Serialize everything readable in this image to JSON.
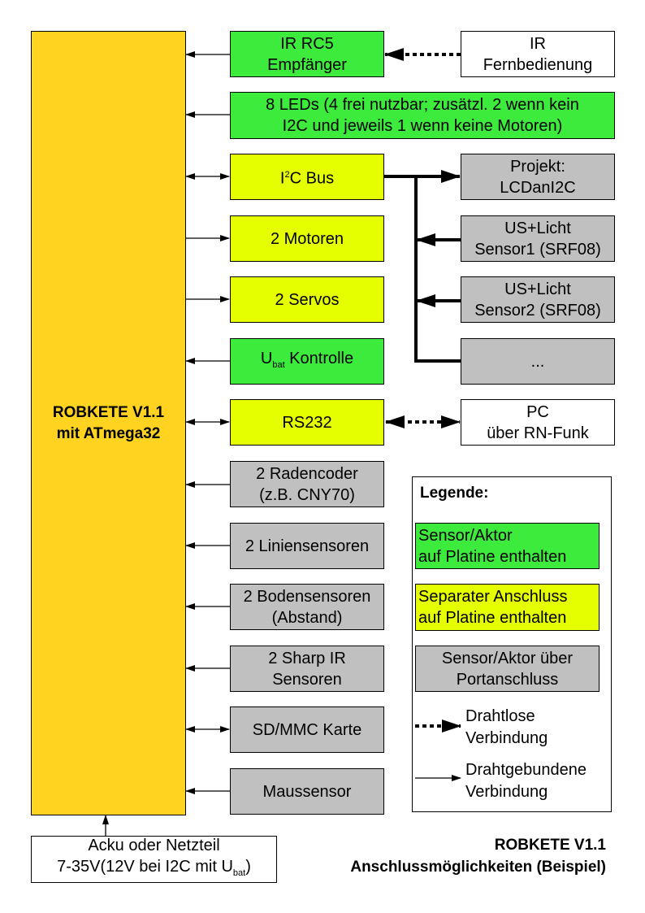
{
  "main": {
    "line1": "ROBKETE V1.1",
    "line2": "mit ATmega32",
    "color": "#FFD320"
  },
  "middle": [
    {
      "l1": "IR RC5",
      "l2": "Empfänger"
    },
    {
      "l1": "8 LEDs (4 frei nutzbar; zusätzl. 2 wenn kein",
      "l2": "I2C und jeweils 1 wenn keine Motoren)"
    },
    {
      "pre": "I",
      "sup": "2",
      "post": "C Bus"
    },
    {
      "l1": "2 Motoren"
    },
    {
      "l1": "2 Servos"
    },
    {
      "pre": "U",
      "sub": "bat",
      "post": " Kontrolle"
    },
    {
      "l1": "RS232"
    },
    {
      "l1": "2 Radencoder",
      "l2": "(z.B. CNY70)"
    },
    {
      "l1": "2 Liniensensoren"
    },
    {
      "l1": "2 Bodensensoren",
      "l2": "(Abstand)"
    },
    {
      "l1": "2 Sharp IR",
      "l2": "Sensoren"
    },
    {
      "l1": "SD/MMC Karte"
    },
    {
      "l1": "Maussensor"
    }
  ],
  "right": [
    {
      "l1": "IR",
      "l2": "Fernbedienung"
    },
    {
      "l1": "Projekt:",
      "l2": "LCDanI2C"
    },
    {
      "l1": "US+Licht",
      "l2": "Sensor1 (SRF08)"
    },
    {
      "l1": "US+Licht",
      "l2": "Sensor2 (SRF08)"
    },
    {
      "l1": "..."
    },
    {
      "l1": "PC",
      "l2": "über RN-Funk"
    }
  ],
  "legend": {
    "title": "Legende:",
    "green": {
      "l1": "Sensor/Aktor",
      "l2": "auf Platine enthalten"
    },
    "yellow": {
      "l1": "Separater Anschluss",
      "l2": "auf Platine enthalten"
    },
    "gray": {
      "l1": "Sensor/Aktor über",
      "l2": "Portanschluss"
    },
    "wireless": {
      "l1": "Drahtlose",
      "l2": "Verbindung"
    },
    "wired": {
      "l1": "Drahtgebundene",
      "l2": "Verbindung"
    }
  },
  "power": {
    "l1": "Acku oder Netzteil",
    "l2pre": "7-35V(12V bei I2C mit U",
    "l2sub": "bat",
    "l2post": ")"
  },
  "title": {
    "l1": "ROBKETE V1.1",
    "l2": "Anschlussmöglichkeiten (Beispiel)"
  },
  "colors": {
    "green": "#3DEB3D",
    "yellow": "#E6FF00",
    "gray": "#C0C0C0"
  }
}
